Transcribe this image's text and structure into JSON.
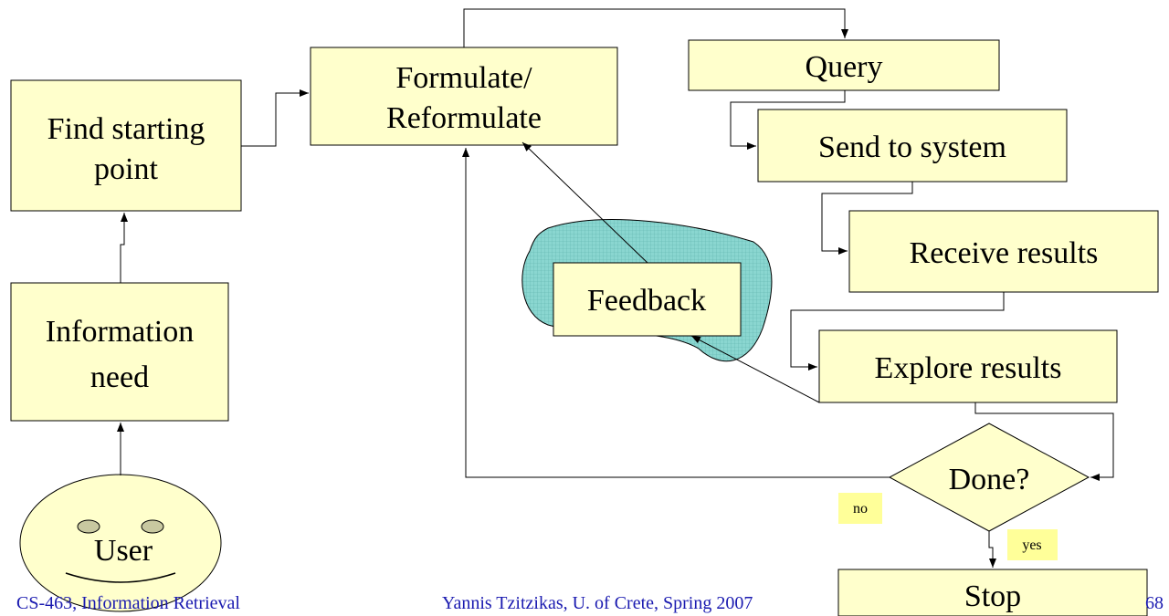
{
  "colors": {
    "box_fill": "#ffffcc",
    "feedback_cloud": "#8ad6d0",
    "label_fill": "#ffff99",
    "footer_text": "#1a1ab0"
  },
  "nodes": {
    "find_start": {
      "line1": "Find starting",
      "line2": "point"
    },
    "formulate": {
      "line1": "Formulate/",
      "line2": "Reformulate"
    },
    "query": {
      "label": "Query"
    },
    "send": {
      "label": "Send to system"
    },
    "receive": {
      "label": "Receive results"
    },
    "explore": {
      "label": "Explore results"
    },
    "info_need": {
      "line1": "Information",
      "line2": "need"
    },
    "feedback": {
      "label": "Feedback"
    },
    "done": {
      "label": "Done?"
    },
    "stop": {
      "label": "Stop"
    },
    "user": {
      "label": "User"
    }
  },
  "edge_labels": {
    "no": "no",
    "yes": "yes"
  },
  "footer": {
    "left": "CS-463, Information Retrieval",
    "center": "Yannis Tzitzikas, U. of Crete, Spring  2007",
    "page": "68"
  }
}
